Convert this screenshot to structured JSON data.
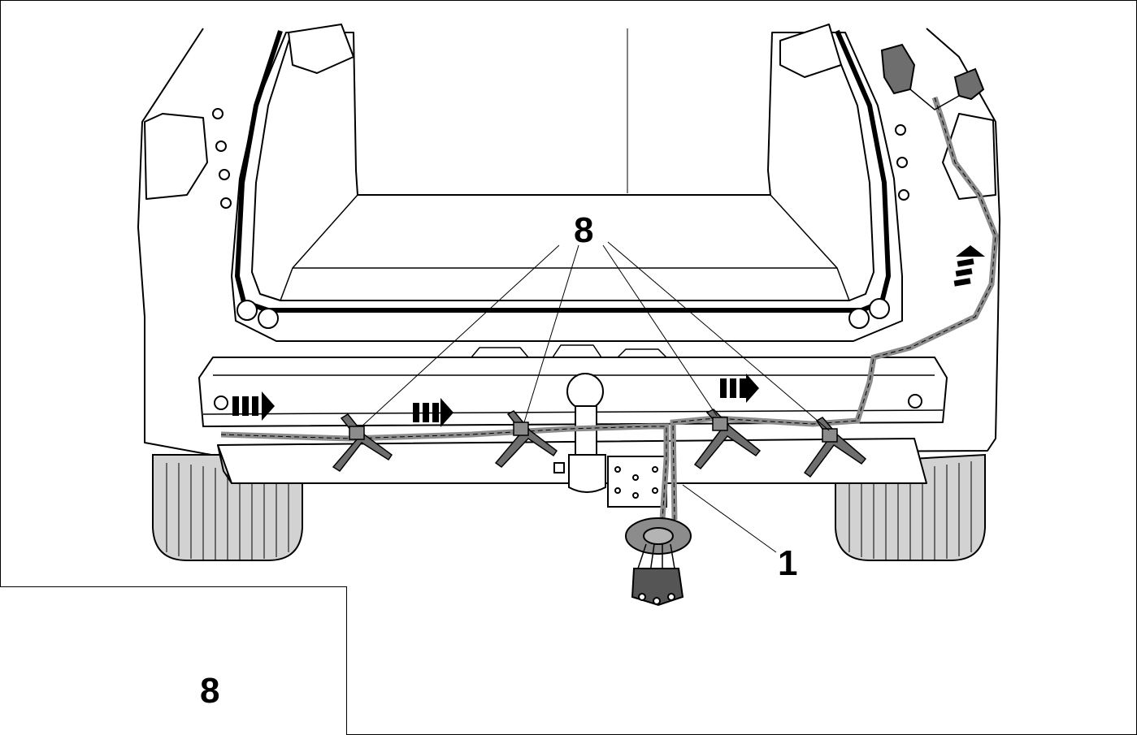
{
  "callouts": {
    "cable_tie_ref": "8",
    "wiring_harness_ref": "1"
  },
  "inset": {
    "part_ref": "8"
  },
  "colors": {
    "line": "#000000",
    "harness": "#8c8c8c",
    "tire_shade": "#d2d2d2",
    "background": "#ffffff"
  }
}
